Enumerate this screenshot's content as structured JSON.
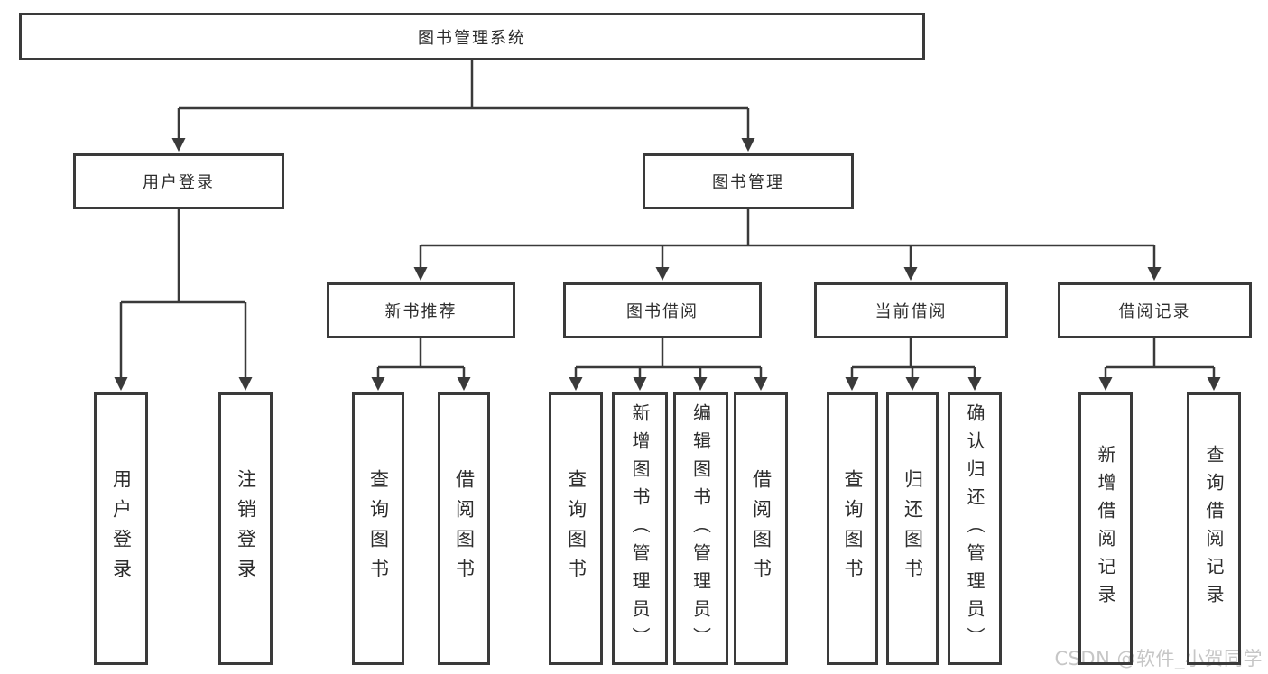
{
  "diagram": {
    "title": "图书管理系统",
    "type": "hierarchy-tree"
  },
  "nodes": {
    "root": "图书管理系统",
    "user_login": "用户登录",
    "book_mgmt": "图书管理",
    "new_book_rec": "新书推荐",
    "book_borrow": "图书借阅",
    "current_borrow": "当前借阅",
    "borrow_records": "借阅记录",
    "leaf_user_login": "用户登录",
    "leaf_logout": "注销登录",
    "leaf_rec_query_books": "查询图书",
    "leaf_rec_borrow_books": "借阅图书",
    "leaf_bb_query_books": "查询图书",
    "leaf_bb_add_books_admin": "新增图书（管理员）",
    "leaf_bb_edit_books_admin": "编辑图书（管理员）",
    "leaf_bb_borrow_books": "借阅图书",
    "leaf_cb_query_books": "查询图书",
    "leaf_cb_return_books": "归还图书",
    "leaf_cb_confirm_return_admin": "确认归还（管理员）",
    "leaf_br_add_record": "新增借阅记录",
    "leaf_br_query_record": "查询借阅记录"
  },
  "hierarchy": {
    "图书管理系统": [
      "用户登录",
      "图书管理"
    ],
    "用户登录": [
      "用户登录",
      "注销登录"
    ],
    "图书管理": [
      "新书推荐",
      "图书借阅",
      "当前借阅",
      "借阅记录"
    ],
    "新书推荐": [
      "查询图书",
      "借阅图书"
    ],
    "图书借阅": [
      "查询图书",
      "新增图书（管理员）",
      "编辑图书（管理员）",
      "借阅图书"
    ],
    "当前借阅": [
      "查询图书",
      "归还图书",
      "确认归还（管理员）"
    ],
    "借阅记录": [
      "新增借阅记录",
      "查询借阅记录"
    ]
  },
  "watermark": {
    "text": "CSDN @软件_小贺同学",
    "color": "#c6c6c6"
  },
  "colors": {
    "line": "#3a3a3a",
    "box_border": "#3a3a3a",
    "box_bg": "#ffffff",
    "text": "#2d2d2d"
  }
}
